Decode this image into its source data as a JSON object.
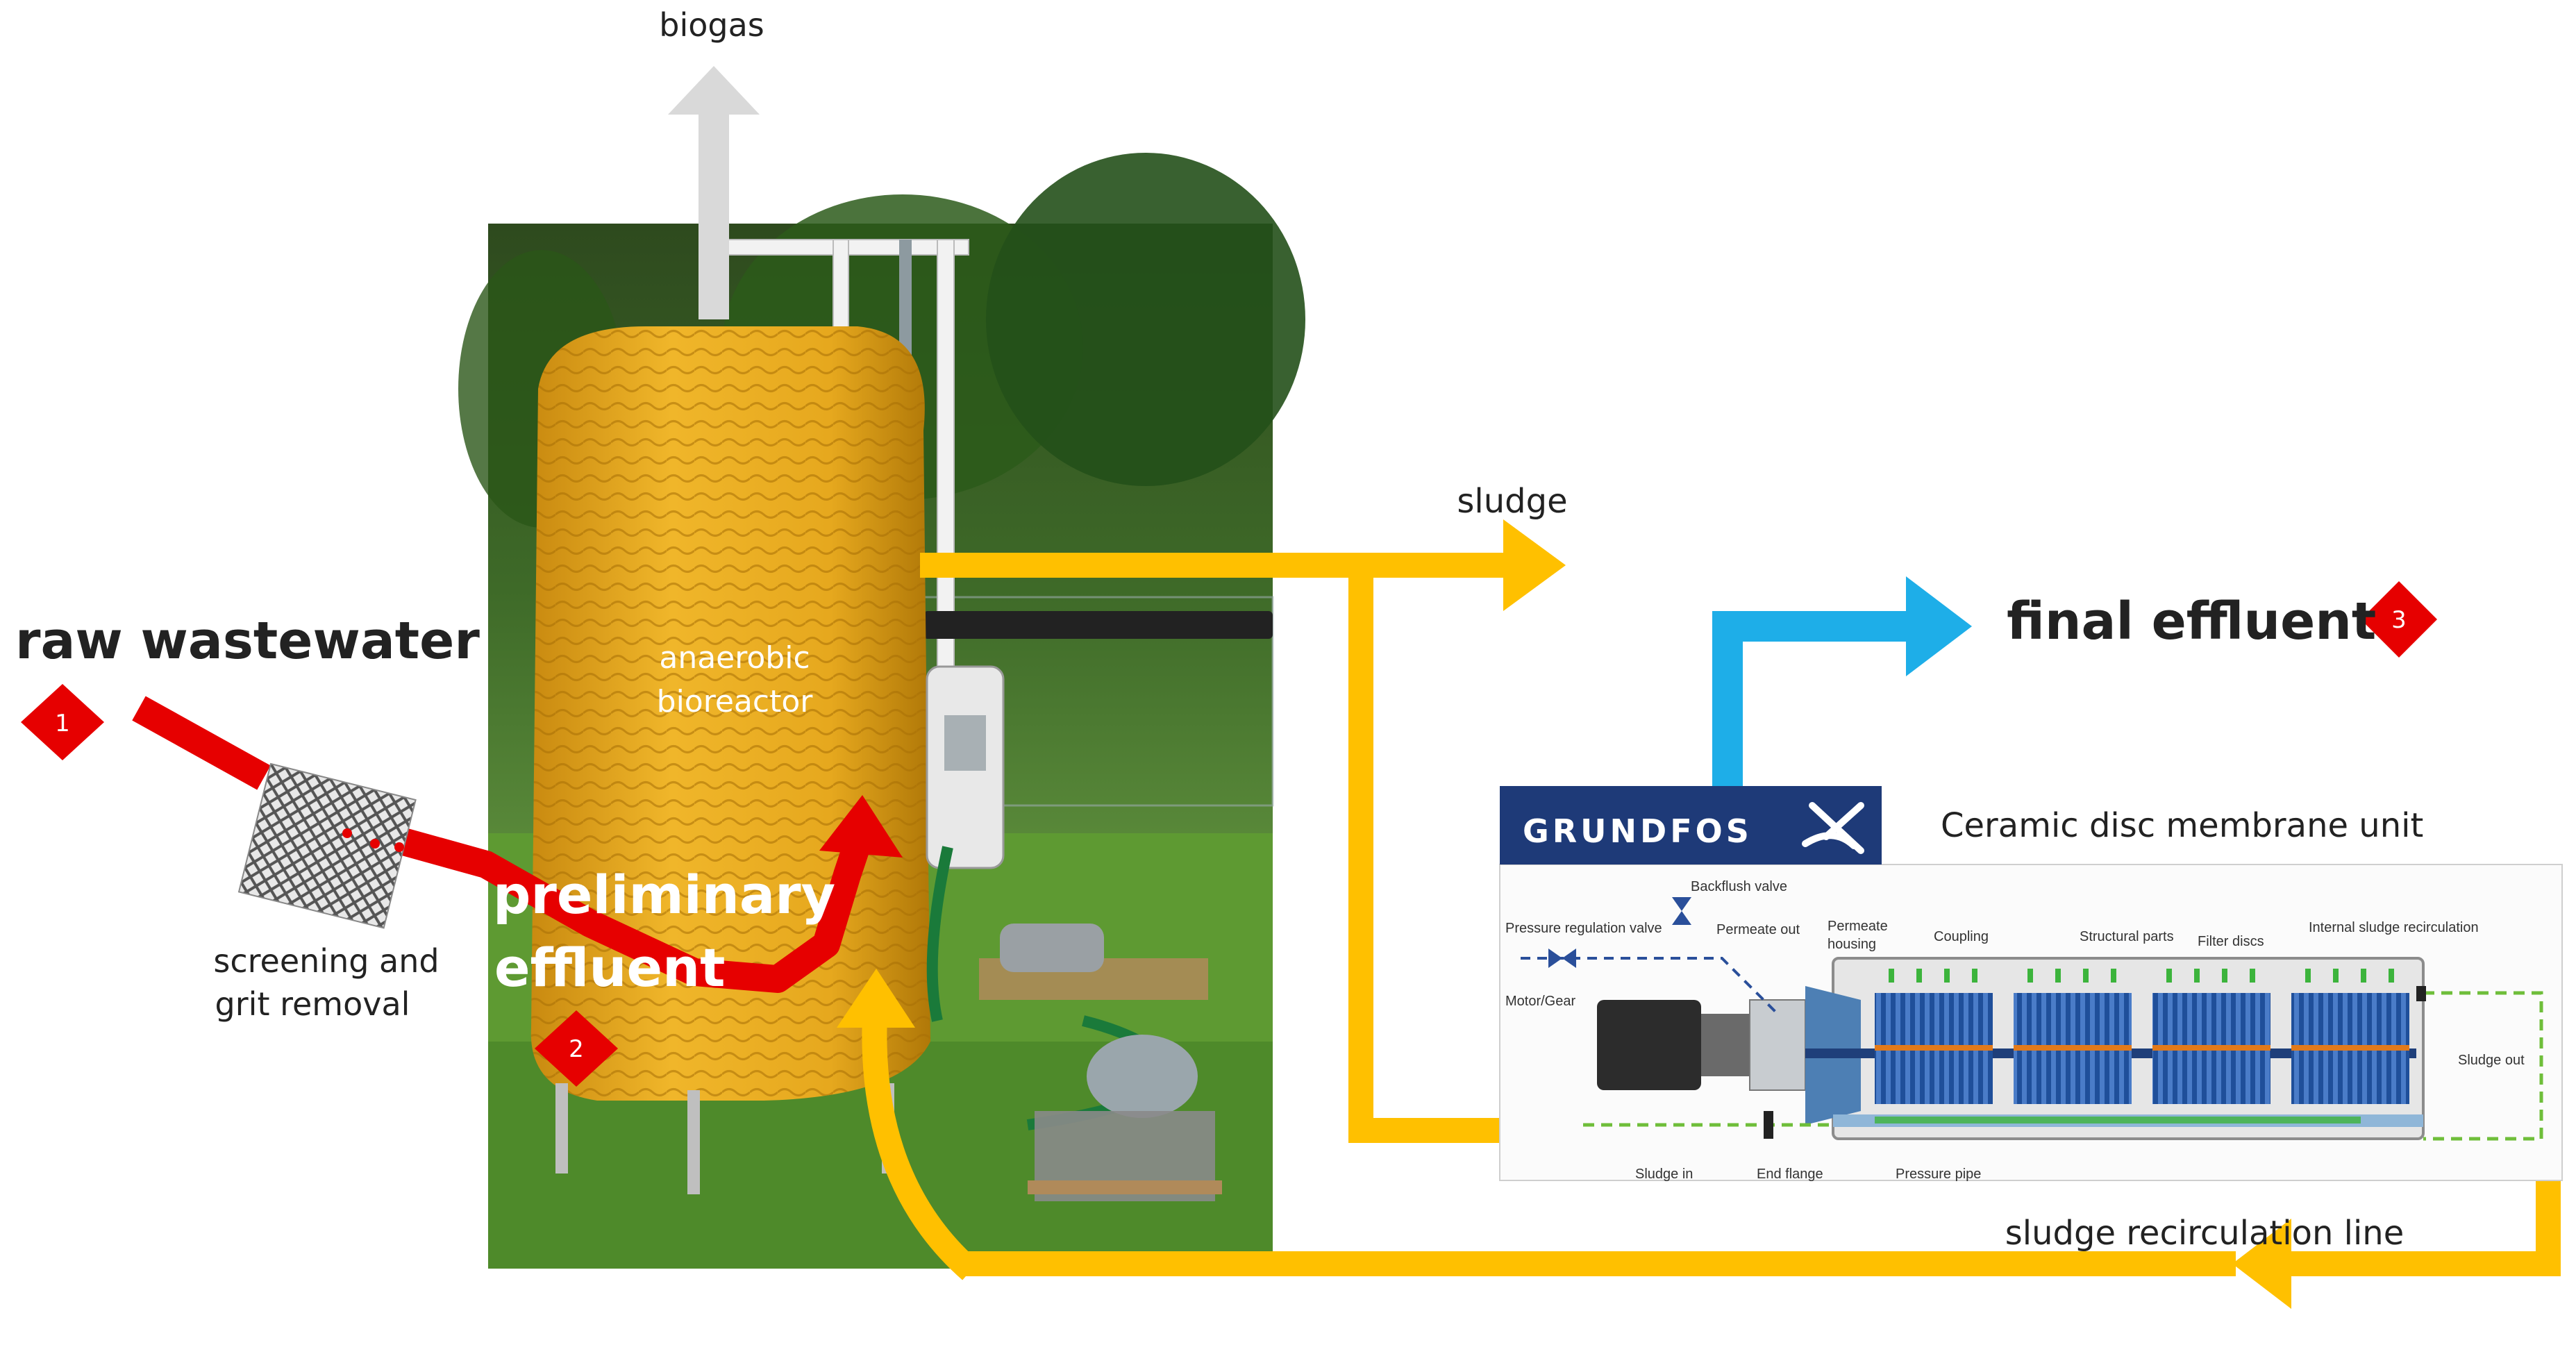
{
  "labels": {
    "biogas": "biogas",
    "sludge": "sludge",
    "raw_wastewater": "raw wastewater",
    "anaerobic": "anaerobic",
    "bioreactor": "bioreactor",
    "screening": "screening and",
    "grit": "grit removal",
    "preliminary": "preliminary",
    "effluent": "effluent",
    "final_effluent": "final effluent",
    "membrane_unit": "Ceramic disc membrane unit",
    "recirculation": "sludge recirculation line"
  },
  "markers": [
    "1",
    "2",
    "3"
  ],
  "logo": {
    "text": "GRUNDFOS"
  },
  "schematic": {
    "backflush": "Backflush valve",
    "pressure_regulation": "Pressure regulation valve",
    "permeate_out": "Permeate out",
    "permeate_housing_1": "Permeate",
    "permeate_housing_2": "housing",
    "coupling": "Coupling",
    "structural_parts": "Structural  parts",
    "filter_discs": "Filter discs",
    "internal_recirc": "Internal  sludge recirculation",
    "motor_gear": "Motor/Gear",
    "sludge_out": "Sludge out",
    "sludge_in": "Sludge in",
    "end_flange": "End flange",
    "pressure_pipe": "Pressure pipe"
  },
  "colors": {
    "raw_flow": "#e60000",
    "sludge_flow": "#ffc000",
    "permeate_flow": "#1eaee8",
    "biogas_flow": "#d9d9d9",
    "marker": "#e60000",
    "logo_bg": "#1e3a78",
    "reactor_foam": "#e6a81e"
  }
}
